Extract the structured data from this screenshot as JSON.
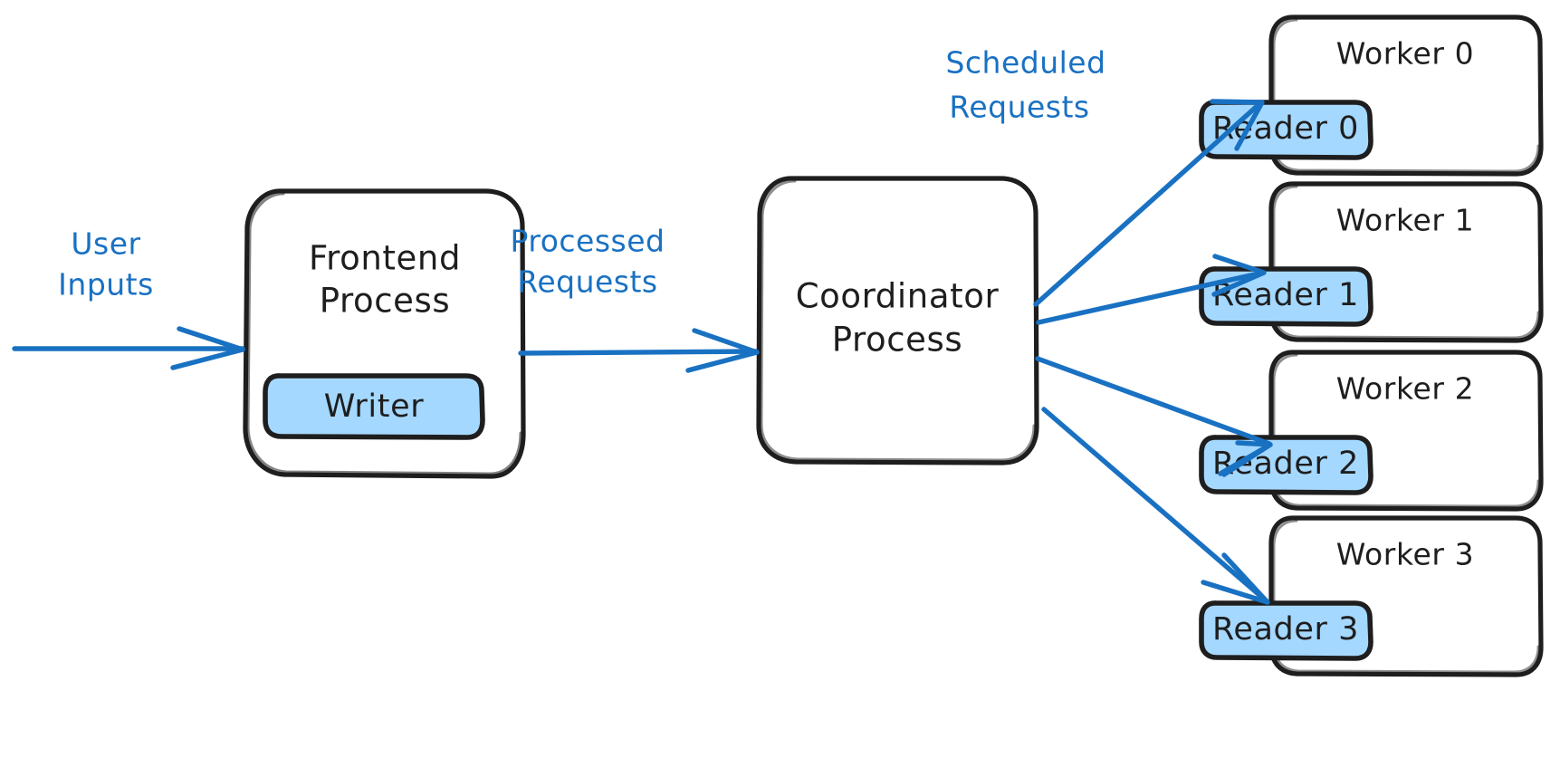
{
  "diagram": {
    "title": "Frontend / Coordinator / Worker process architecture",
    "style": "hand-drawn",
    "background_color": "#ffffff",
    "stroke_color": "#1e1e1e",
    "accent_color": "#1971c2",
    "fill_color": "#a5d8ff"
  },
  "nodes": {
    "frontend": {
      "label_line1": "Frontend",
      "label_line2": "Process",
      "inner": {
        "label": "Writer"
      }
    },
    "coordinator": {
      "label_line1": "Coordinator",
      "label_line2": "Process"
    },
    "workers": [
      {
        "label": "Worker 0",
        "inner": {
          "label": "Reader 0"
        }
      },
      {
        "label": "Worker 1",
        "inner": {
          "label": "Reader 1"
        }
      },
      {
        "label": "Worker 2",
        "inner": {
          "label": "Reader 2"
        }
      },
      {
        "label": "Worker 3",
        "inner": {
          "label": "Reader 3"
        }
      }
    ]
  },
  "edges": {
    "user_inputs": {
      "label_line1": "User",
      "label_line2": "Inputs",
      "from": "",
      "to": "frontend"
    },
    "processed_requests": {
      "label_line1": "Processed",
      "label_line2": "Requests",
      "from": "frontend",
      "to": "coordinator"
    },
    "scheduled_requests": {
      "label_line1": "Scheduled",
      "label_line2": "Requests",
      "from": "coordinator",
      "to": "workers"
    }
  }
}
